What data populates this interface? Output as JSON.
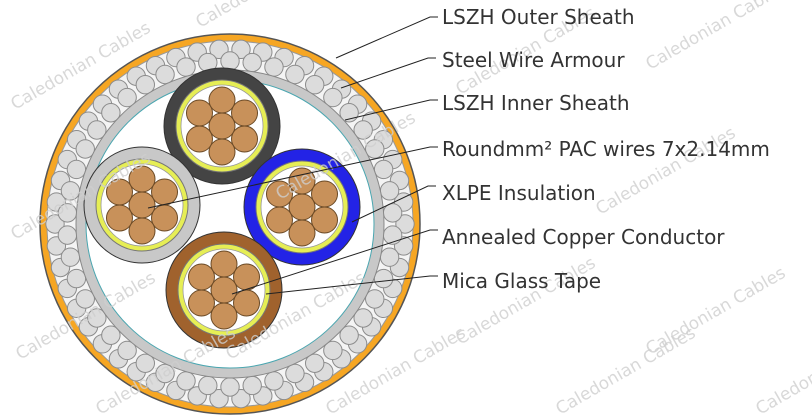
{
  "labels": {
    "outer_sheath": "LSZH Outer Sheath",
    "steel_wire_armour": "Steel Wire Armour",
    "inner_sheath": "LSZH Inner Sheath",
    "pac_wires": "Roundmm² PAC wires 7x2.14mm",
    "xlpe_insulation": "XLPE Insulation",
    "copper_conductor": "Annealed Copper Conductor",
    "mica_tape": "Mica Glass Tape"
  },
  "watermark": "Caledonian Cables",
  "colors": {
    "outer_sheath": "#F6A623",
    "armour_wire": "#DCDCDC",
    "inner_sheath": "#C8C8C8",
    "filler": "#FFFFFF",
    "core_black": "#444444",
    "core_grey": "#C8C8C8",
    "core_blue": "#2323E6",
    "core_brown": "#A0622D",
    "mica_tape": "#E6EE55",
    "copper": "#C8915A",
    "text": "#333333"
  },
  "cores": [
    {
      "name": "black",
      "insulation_color": "#444444"
    },
    {
      "name": "grey",
      "insulation_color": "#C8C8C8"
    },
    {
      "name": "blue",
      "insulation_color": "#2323E6"
    },
    {
      "name": "brown",
      "insulation_color": "#A0622D"
    }
  ]
}
